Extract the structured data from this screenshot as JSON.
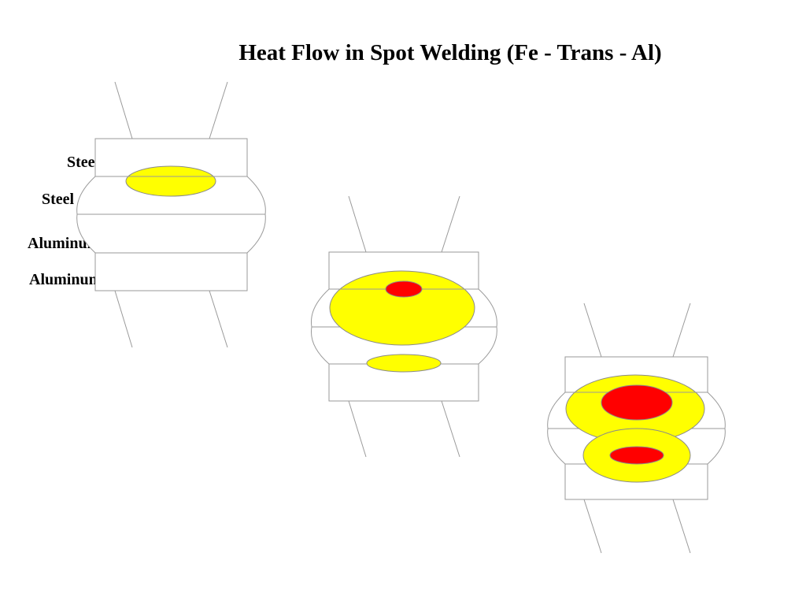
{
  "title": "Heat Flow in Spot Welding (Fe - Trans - Al)",
  "layer_labels": [
    "Steel",
    "Steel",
    "Aluminum",
    "Aluminum"
  ],
  "colors": {
    "heat_zone": "#ffff00",
    "melt_zone": "#ff0000",
    "outline": "#9a9a9a",
    "background": "#ffffff",
    "text": "#000000"
  },
  "stages": [
    {
      "name": "stage-1",
      "zones": [
        {
          "type": "heat",
          "layer": "steel-interface"
        }
      ]
    },
    {
      "name": "stage-2",
      "zones": [
        {
          "type": "heat",
          "layer": "steel"
        },
        {
          "type": "melt",
          "layer": "steel-top"
        },
        {
          "type": "heat",
          "layer": "aluminum"
        }
      ]
    },
    {
      "name": "stage-3",
      "zones": [
        {
          "type": "heat",
          "layer": "steel"
        },
        {
          "type": "melt",
          "layer": "steel"
        },
        {
          "type": "heat",
          "layer": "aluminum"
        },
        {
          "type": "melt",
          "layer": "aluminum"
        }
      ]
    }
  ]
}
